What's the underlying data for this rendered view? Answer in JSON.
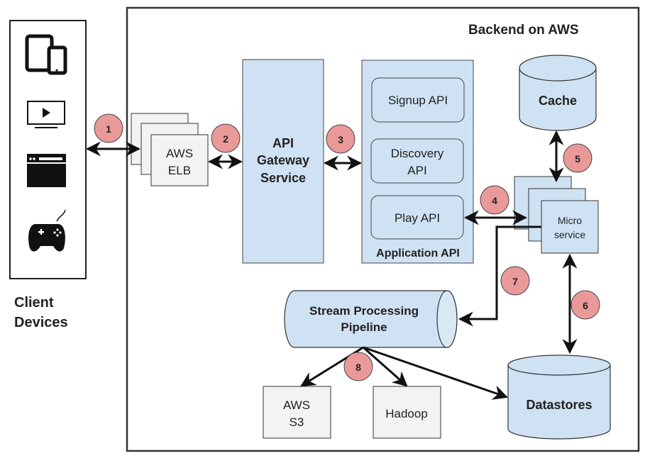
{
  "backend": {
    "title": "Backend on AWS"
  },
  "clients": {
    "label_line1": "Client",
    "label_line2": "Devices",
    "devices": [
      "tablet-phone",
      "tv",
      "browser",
      "game-controller"
    ]
  },
  "nodes": {
    "elb": {
      "line1": "AWS",
      "line2": "ELB"
    },
    "gateway": {
      "line1": "API",
      "line2": "Gateway",
      "line3": "Service"
    },
    "app_api": {
      "title": "Application API",
      "items": [
        {
          "line1": "Signup API",
          "line2": ""
        },
        {
          "line1": "Discovery",
          "line2": "API"
        },
        {
          "line1": "Play API",
          "line2": ""
        }
      ]
    },
    "cache": {
      "label": "Cache"
    },
    "microservice": {
      "line1": "Micro",
      "line2": "service"
    },
    "stream": {
      "line1": "Stream Processing",
      "line2": "Pipeline"
    },
    "s3": {
      "line1": "AWS",
      "line2": "S3"
    },
    "hadoop": {
      "label": "Hadoop"
    },
    "datastores": {
      "label": "Datastores"
    }
  },
  "steps": [
    "1",
    "2",
    "3",
    "4",
    "5",
    "6",
    "7",
    "8"
  ],
  "colors": {
    "service_fill": "#cfe2f3",
    "box_fill": "#f3f3f3",
    "badge_fill": "#ea9999",
    "stroke": "#222222"
  }
}
